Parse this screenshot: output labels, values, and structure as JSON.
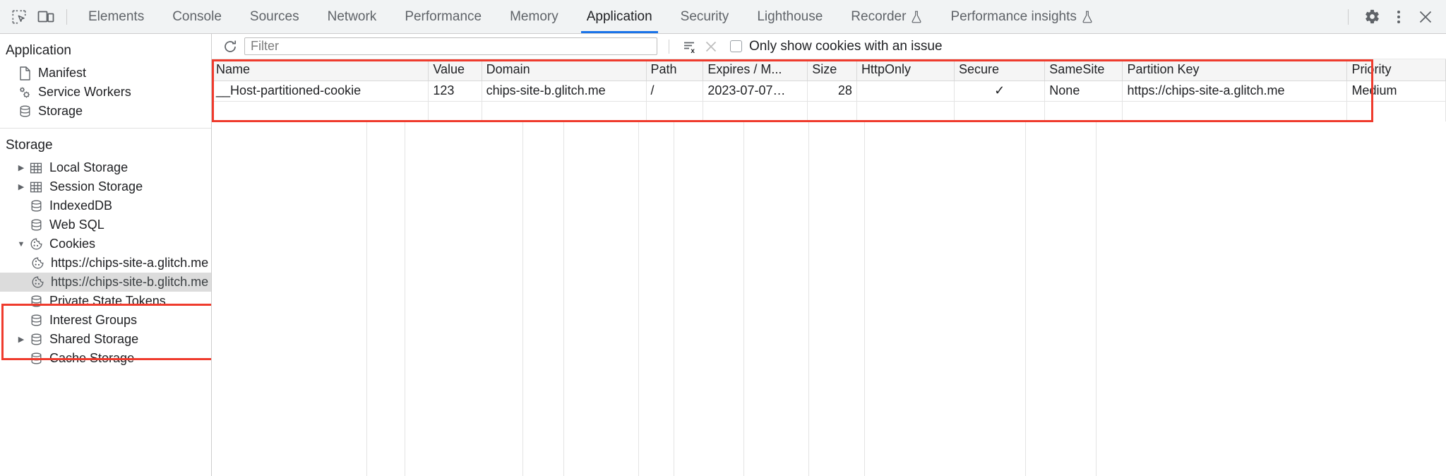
{
  "toolbar": {
    "inspect_icon": "inspect-element-icon",
    "device_icon": "device-toolbar-icon",
    "tabs": [
      {
        "label": "Elements",
        "icon": null,
        "active": false
      },
      {
        "label": "Console",
        "icon": null,
        "active": false
      },
      {
        "label": "Sources",
        "icon": null,
        "active": false
      },
      {
        "label": "Network",
        "icon": null,
        "active": false
      },
      {
        "label": "Performance",
        "icon": null,
        "active": false
      },
      {
        "label": "Memory",
        "icon": null,
        "active": false
      },
      {
        "label": "Application",
        "icon": null,
        "active": true
      },
      {
        "label": "Security",
        "icon": null,
        "active": false
      },
      {
        "label": "Lighthouse",
        "icon": null,
        "active": false
      },
      {
        "label": "Recorder",
        "icon": "flask-icon",
        "active": false
      },
      {
        "label": "Performance insights",
        "icon": "flask-icon",
        "active": false
      }
    ],
    "settings_icon": "gear-icon",
    "more_icon": "more-vertical-icon",
    "close_icon": "close-icon",
    "active_tab_accent": "#1a73e8"
  },
  "sidebar": {
    "sections": [
      {
        "title": "Application",
        "items": [
          {
            "label": "Manifest",
            "icon": "manifest-document-icon",
            "arrow": "none",
            "indent": 1,
            "selected": false
          },
          {
            "label": "Service Workers",
            "icon": "service-workers-gears-icon",
            "arrow": "none",
            "indent": 1,
            "selected": false
          },
          {
            "label": "Storage",
            "icon": "storage-database-icon",
            "arrow": "none",
            "indent": 1,
            "selected": false
          }
        ]
      },
      {
        "title": "Storage",
        "items": [
          {
            "label": "Local Storage",
            "icon": "table-grid-icon",
            "arrow": "collapsed",
            "indent": 1,
            "selected": false
          },
          {
            "label": "Session Storage",
            "icon": "table-grid-icon",
            "arrow": "collapsed",
            "indent": 1,
            "selected": false
          },
          {
            "label": "IndexedDB",
            "icon": "database-icon",
            "arrow": "none",
            "indent": 1,
            "selected": false
          },
          {
            "label": "Web SQL",
            "icon": "database-icon",
            "arrow": "none",
            "indent": 1,
            "selected": false
          },
          {
            "label": "Cookies",
            "icon": "cookie-icon",
            "arrow": "expanded",
            "indent": 1,
            "selected": false
          },
          {
            "label": "https://chips-site-a.glitch.me",
            "icon": "cookie-icon",
            "arrow": "none",
            "indent": 2,
            "selected": false
          },
          {
            "label": "https://chips-site-b.glitch.me",
            "icon": "cookie-icon",
            "arrow": "none",
            "indent": 2,
            "selected": true
          },
          {
            "label": "Private State Tokens",
            "icon": "database-icon",
            "arrow": "none",
            "indent": 1,
            "selected": false
          },
          {
            "label": "Interest Groups",
            "icon": "database-icon",
            "arrow": "none",
            "indent": 1,
            "selected": false
          },
          {
            "label": "Shared Storage",
            "icon": "database-icon",
            "arrow": "collapsed",
            "indent": 1,
            "selected": false
          },
          {
            "label": "Cache Storage",
            "icon": "database-icon",
            "arrow": "none",
            "indent": 1,
            "selected": false
          }
        ]
      }
    ],
    "highlight_color": "#ef3b2d"
  },
  "filter_bar": {
    "refresh_icon": "refresh-icon",
    "filter_placeholder": "Filter",
    "filter_value": "",
    "clear_filtered_icon": "clear-filtered-icon",
    "clear_icon": "clear-all-icon",
    "checkbox_label": "Only show cookies with an issue",
    "checkbox_checked": false
  },
  "cookie_table": {
    "columns": [
      {
        "label": "Name",
        "align": "left"
      },
      {
        "label": "Value",
        "align": "left"
      },
      {
        "label": "Domain",
        "align": "left"
      },
      {
        "label": "Path",
        "align": "left"
      },
      {
        "label": "Expires / M...",
        "align": "left"
      },
      {
        "label": "Size",
        "align": "right"
      },
      {
        "label": "HttpOnly",
        "align": "left"
      },
      {
        "label": "Secure",
        "align": "left"
      },
      {
        "label": "SameSite",
        "align": "left"
      },
      {
        "label": "Partition Key",
        "align": "left"
      },
      {
        "label": "Priority",
        "align": "left"
      }
    ],
    "rows": [
      {
        "name": "__Host-partitioned-cookie",
        "value": "123",
        "domain": "chips-site-b.glitch.me",
        "path": "/",
        "expires": "2023-07-07…",
        "size": "28",
        "http_only": "",
        "secure": "✓",
        "same_site": "None",
        "partition_key": "https://chips-site-a.glitch.me",
        "priority": "Medium"
      }
    ],
    "highlight_color": "#ef3b2d"
  }
}
